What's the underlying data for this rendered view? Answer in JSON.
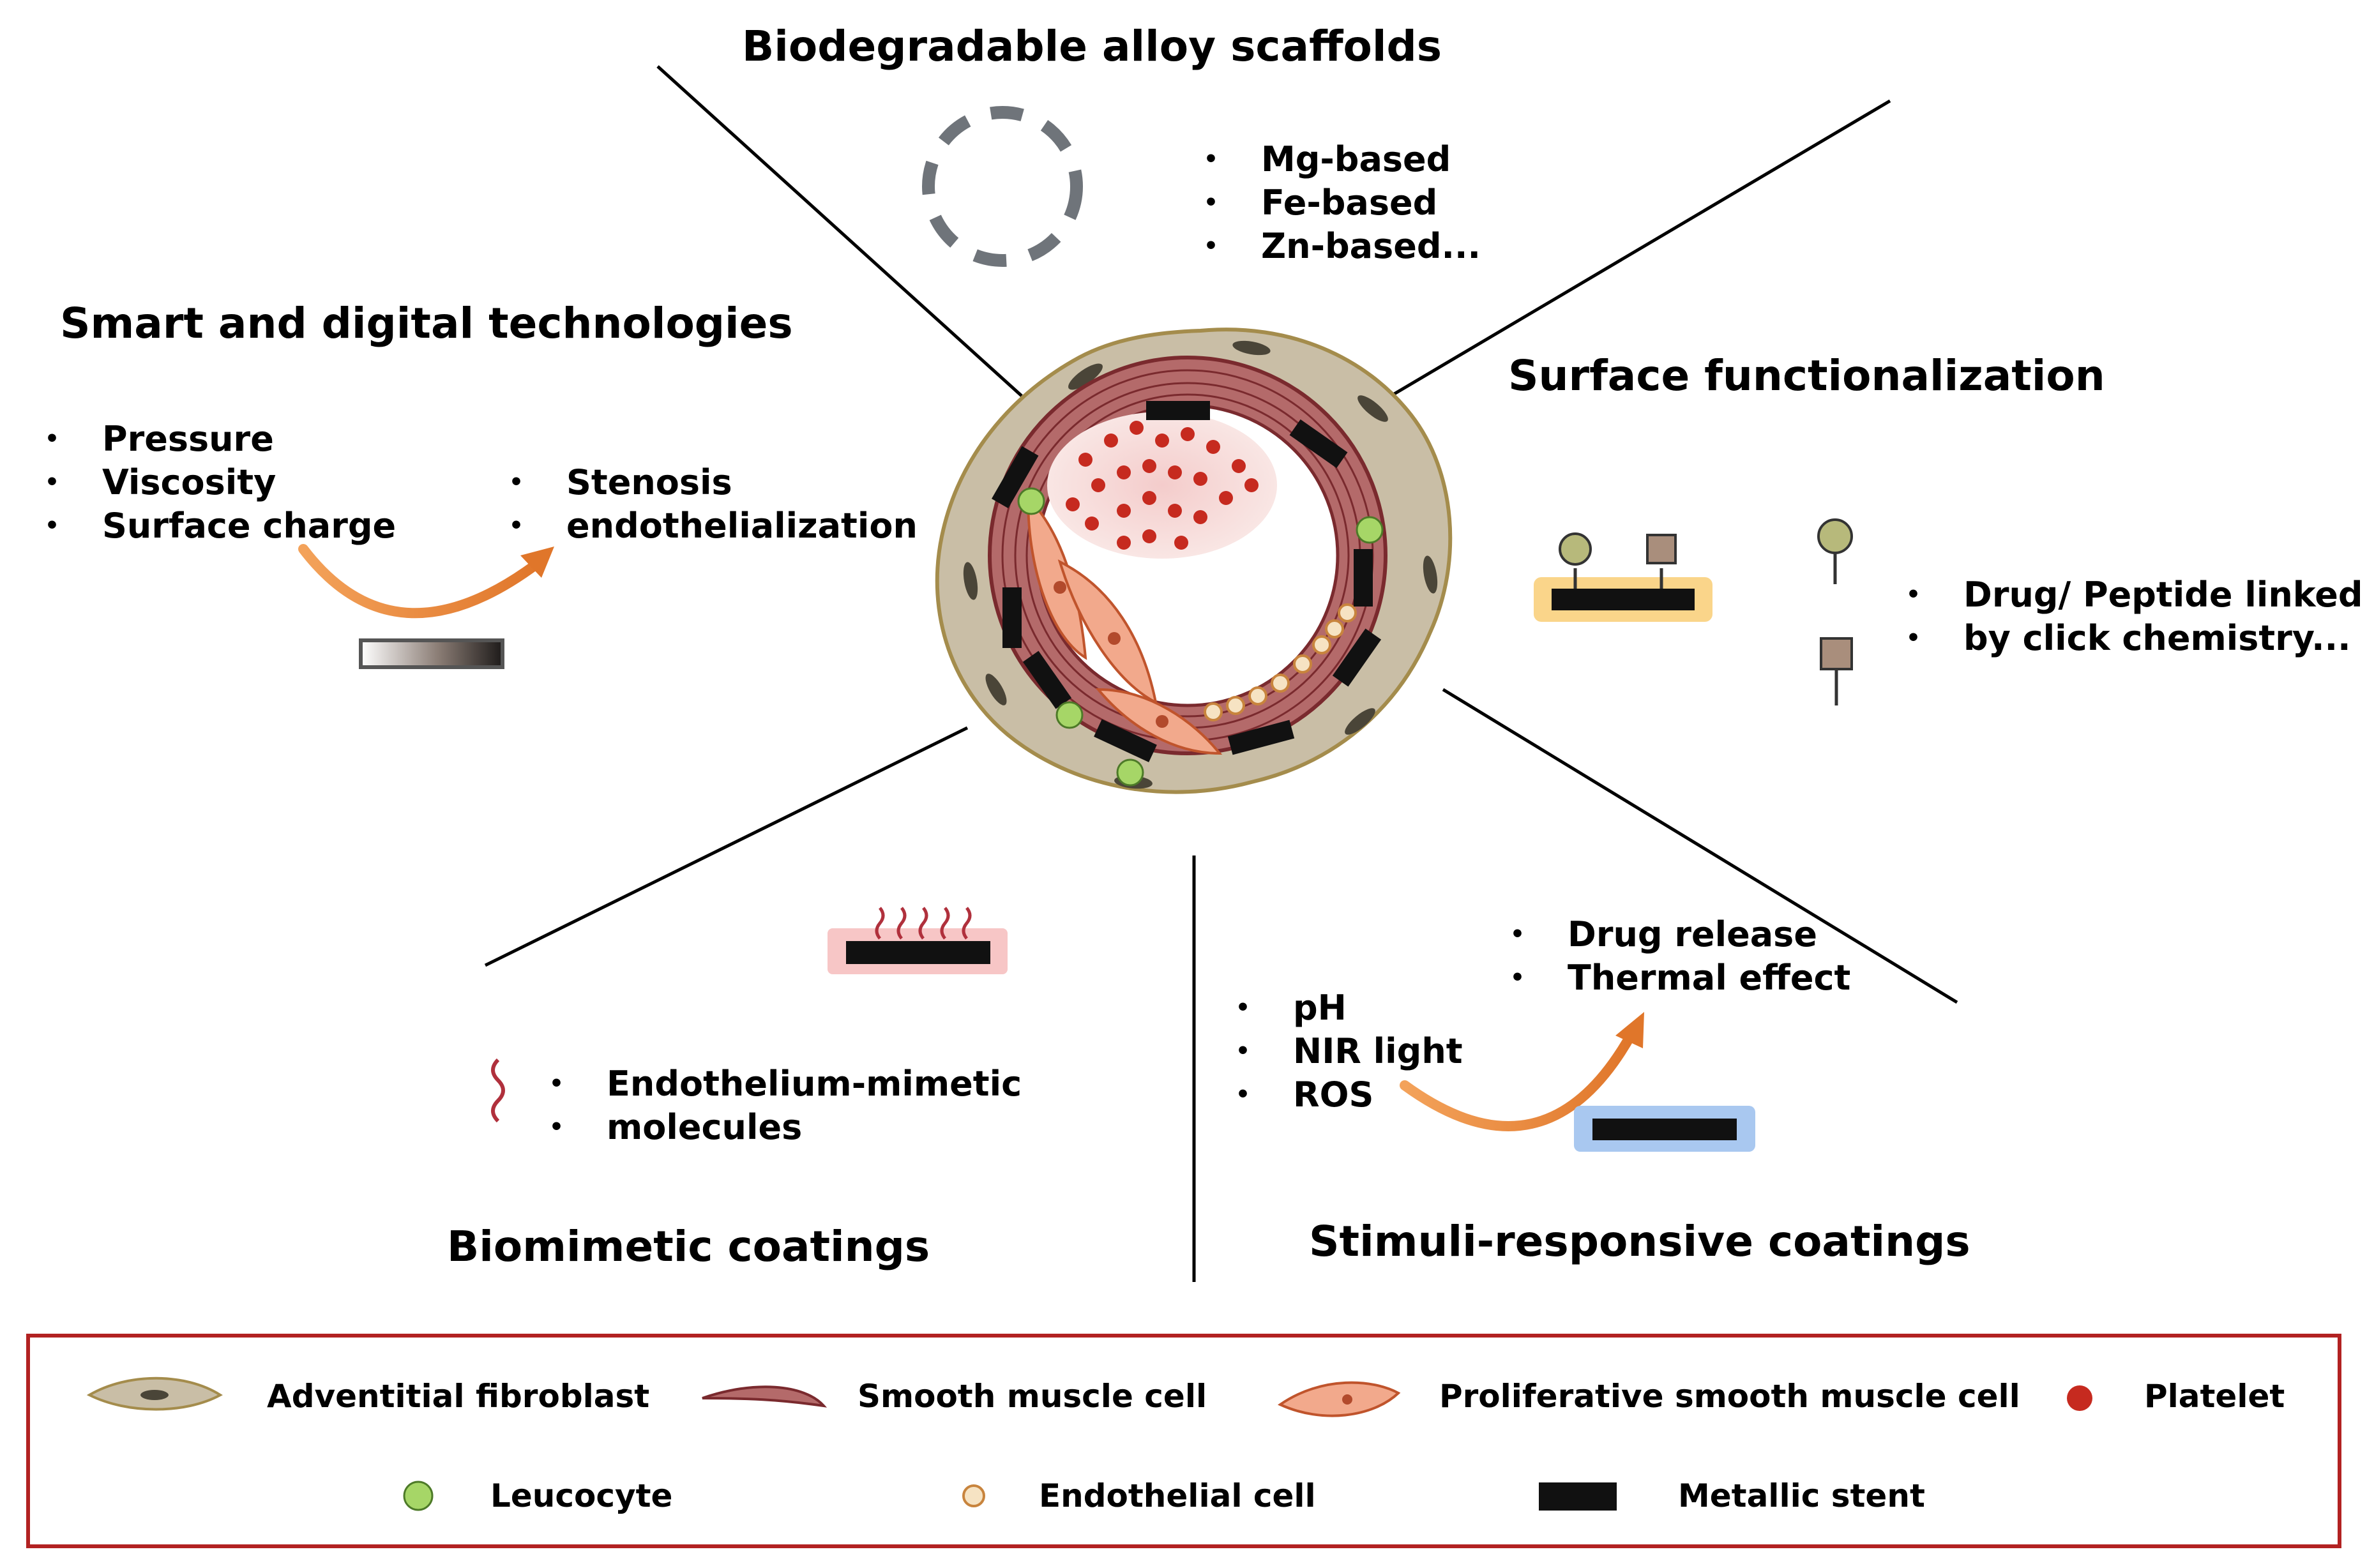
{
  "sections": {
    "biodegradable": {
      "title": "Biodegradable alloy scaffolds",
      "items": [
        "Mg-based",
        "Fe-based",
        "Zn-based..."
      ]
    },
    "smart": {
      "title": "Smart and digital technologies",
      "inputs": [
        "Pressure",
        "Viscosity",
        "Surface charge"
      ],
      "outputs": [
        "Stenosis",
        "endothelialization"
      ]
    },
    "surface": {
      "title": "Surface functionalization",
      "items": [
        "Drug/ Peptide linked",
        "by click chemistry..."
      ]
    },
    "biomimetic": {
      "title": "Biomimetic coatings",
      "items": [
        "Endothelium-mimetic",
        "molecules"
      ]
    },
    "stimuli": {
      "title": "Stimuli-responsive coatings",
      "inputs": [
        "pH",
        "NIR light",
        "ROS"
      ],
      "outputs": [
        "Drug release",
        "Thermal effect"
      ]
    }
  },
  "legend": {
    "items": [
      "Adventitial fibroblast",
      "Smooth muscle cell",
      "Proliferative smooth muscle cell",
      "Platelet",
      "Leucocyte",
      "Endothelial cell",
      "Metallic stent"
    ]
  },
  "colors": {
    "fibroblast": "#c9bea6",
    "smooth_muscle": "#a44a52",
    "proliferative": "#f2a98c",
    "platelet": "#c62a1f",
    "leucocyte": "#a6d667",
    "endothelial": "#c8843d",
    "stent": "#111111",
    "legend_border": "#b22222",
    "arrow": "#e8883a",
    "yellow_coating": "#fad58a",
    "pink_coating": "#f7c6c6",
    "blue_coating": "#a9c8f0"
  }
}
